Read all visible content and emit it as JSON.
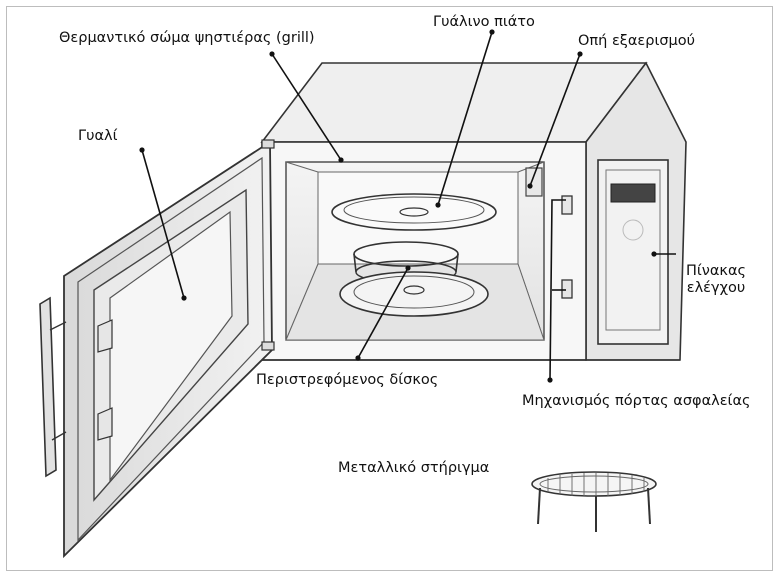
{
  "labels": {
    "grill": "Θερμαντικό σώμα ψηστιέρας (grill)",
    "glass_plate": "Γυάλινο πιάτο",
    "vent": "Οπή εξαερισμού",
    "glass": "Γυαλί",
    "control_panel_line1": "Πίνακας",
    "control_panel_line2": "ελέγχου",
    "turntable": "Περιστρεφόμενος δίσκος",
    "safety_lock": "Μηχανισμός πόρτας ασφαλείας",
    "metal_rack": "Μεταλλικό στήριγμα"
  }
}
